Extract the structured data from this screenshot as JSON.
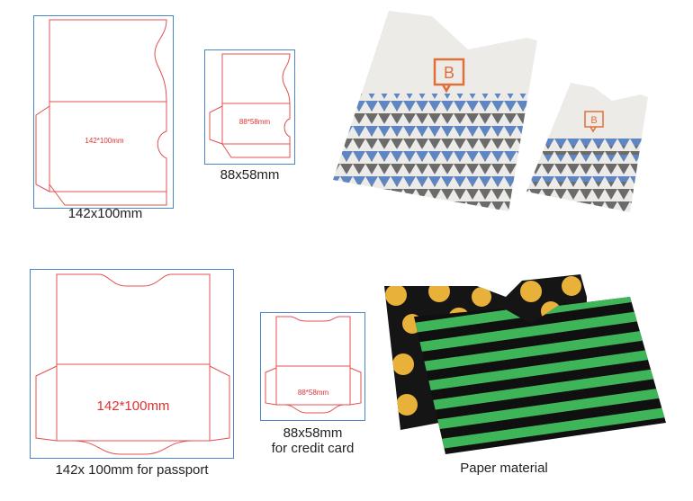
{
  "top_row": {
    "die_large": {
      "dimension_label": "142*100mm",
      "caption": "142x100mm"
    },
    "die_small": {
      "dimension_label": "88*58mm",
      "caption": "88x58mm"
    },
    "photo": {
      "logo_icon": "speech-bubble-b-logo",
      "pattern": "blue-grey-triangles"
    }
  },
  "bottom_row": {
    "die_large": {
      "dimension_label": "142*100mm",
      "caption": "142x 100mm for passport"
    },
    "die_small": {
      "dimension_label": "88*58mm",
      "caption_line1": "88x58mm",
      "caption_line2": "for credit card"
    },
    "photo": {
      "caption": "Paper material",
      "patterns": [
        "yellow-polka-dots-on-black",
        "green-black-stripes"
      ]
    }
  },
  "colors": {
    "frame": "#4a86c8",
    "die_line": "#e05050",
    "dimension_text": "#e03030",
    "stripe_green": "#3fb55a",
    "dot_yellow": "#e8b23a",
    "sleeve_grey": "#ecebe7",
    "logo_orange": "#e0703a",
    "triangle_blue": "#5f86c2",
    "triangle_grey": "#6b6b6b"
  }
}
